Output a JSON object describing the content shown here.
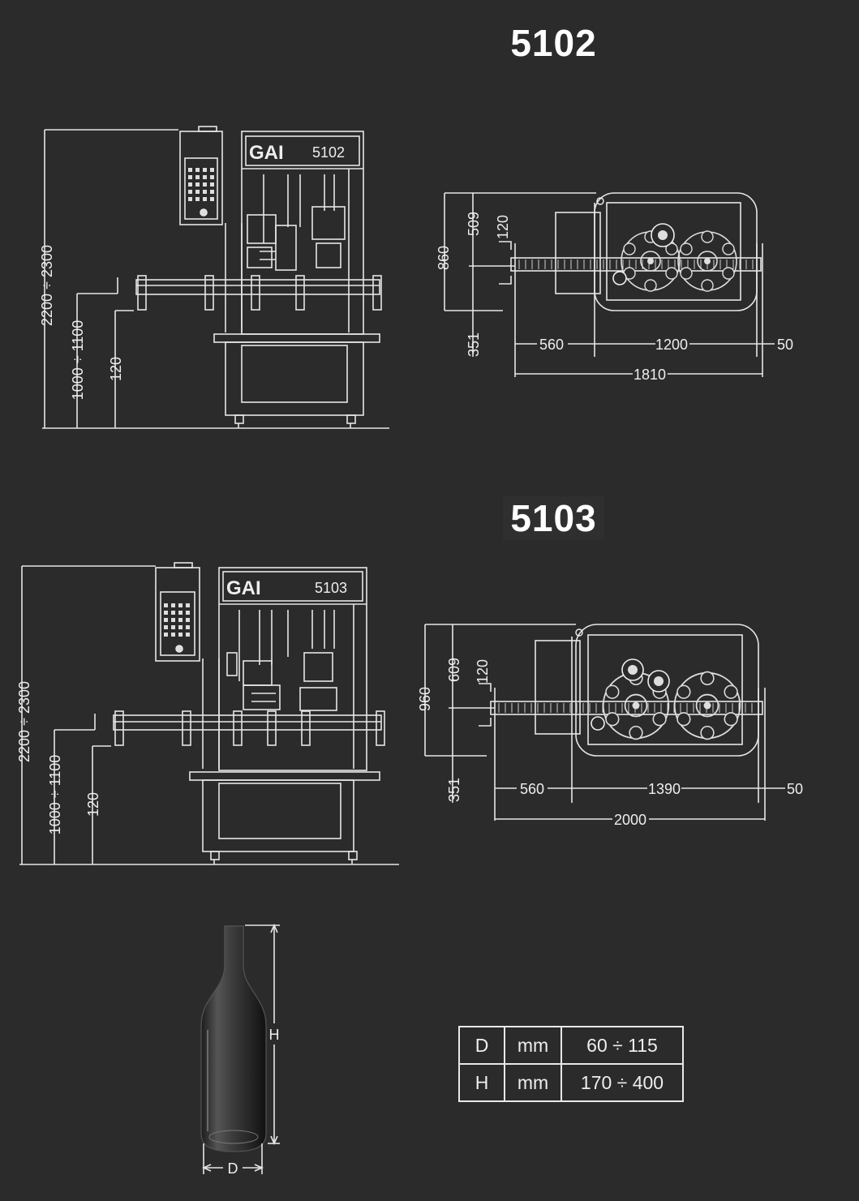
{
  "models": [
    {
      "title": "5102",
      "front_view": {
        "brand": "GAI",
        "model_label": "5102",
        "dim_total_height": "2200 ÷ 2300",
        "dim_table_height": "1000 ÷ 1100",
        "dim_conveyor": "120"
      },
      "plan_view": {
        "dim_depth": "860",
        "dim_front": "509",
        "dim_conveyor_width": "120",
        "dim_rear": "351",
        "dim_infeed": "560",
        "dim_body": "1200",
        "dim_outfeed": "50",
        "dim_total_length": "1810"
      }
    },
    {
      "title": "5103",
      "front_view": {
        "brand": "GAI",
        "model_label": "5103",
        "dim_total_height": "2200 ÷ 2300",
        "dim_table_height": "1000 ÷ 1100",
        "dim_conveyor": "120"
      },
      "plan_view": {
        "dim_depth": "960",
        "dim_front": "609",
        "dim_conveyor_width": "120",
        "dim_rear": "351",
        "dim_infeed": "560",
        "dim_body": "1390",
        "dim_outfeed": "50",
        "dim_total_length": "2000"
      }
    }
  ],
  "bottle": {
    "height_label": "H",
    "diameter_label": "D"
  },
  "spec_table": {
    "rows": [
      {
        "param": "D",
        "unit": "mm",
        "range": "60 ÷ 115"
      },
      {
        "param": "H",
        "unit": "mm",
        "range": "170 ÷ 400"
      }
    ]
  }
}
